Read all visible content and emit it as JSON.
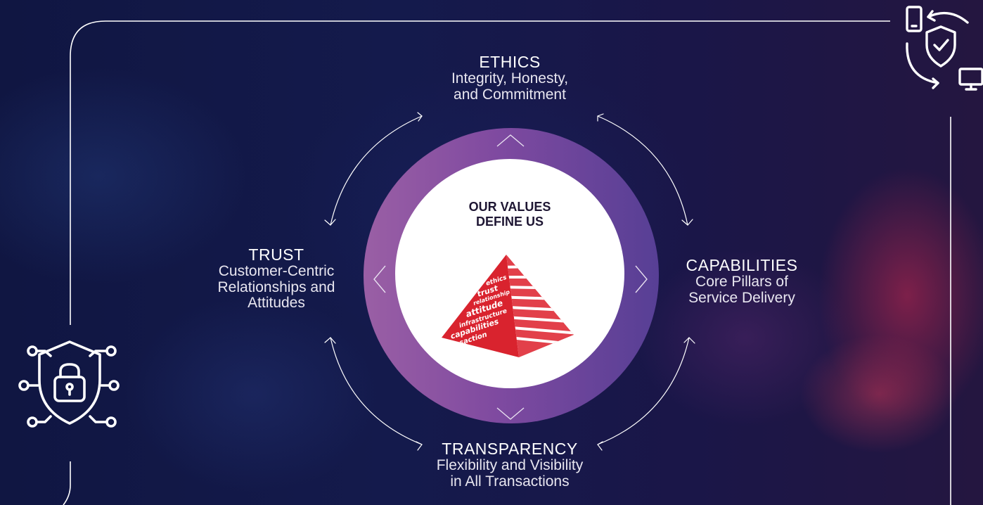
{
  "center": {
    "title_line1": "OUR VALUES",
    "title_line2": "DEFINE US"
  },
  "pyramid_tiers": [
    "ethics",
    "trust",
    "relationship",
    "attitude",
    "infrastructure",
    "capabilities",
    "transaction"
  ],
  "values": {
    "ethics": {
      "title": "ETHICS",
      "line1": "Integrity, Honesty,",
      "line2": "and Commitment"
    },
    "trust": {
      "title": "TRUST",
      "line1": "Customer-Centric",
      "line2": "Relationships and",
      "line3": "Attitudes"
    },
    "capabilities": {
      "title": "CAPABILITIES",
      "line1": "Core Pillars of",
      "line2": "Service Delivery"
    },
    "transparency": {
      "title": "TRANSPARENCY",
      "line1": "Flexibility and Visibility",
      "line2": "in All Transactions"
    }
  },
  "icons": [
    "device-sync-shield-icon",
    "security-lock-shield-icon"
  ],
  "colors": {
    "ring_left": "#9a5fa5",
    "ring_right": "#573f95",
    "pyramid_red": "#d9232e",
    "background": "#141a4c"
  }
}
